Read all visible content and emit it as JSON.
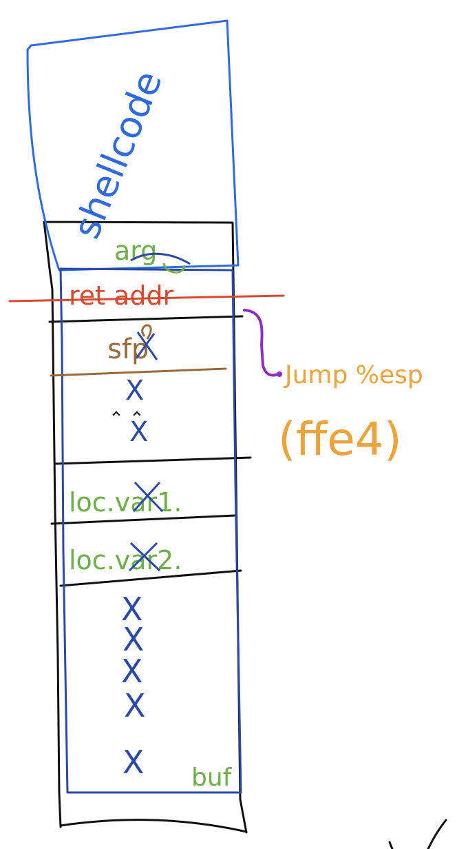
{
  "colors": {
    "ink": "#111111",
    "shellcode": "#2f6be0",
    "payload": "#2a4aa8",
    "green": "#6db04a",
    "red": "#d9492e",
    "brown": "#9a6a3a",
    "purple": "#8e2fc1",
    "orange": "#f0a23a"
  },
  "shellcode": {
    "label": "shellcode"
  },
  "stack": {
    "arg_label": "arg",
    "ret_label": "ret addr",
    "sfp_label": "sfp",
    "dots_label": "⌃ ⌃",
    "local1_label": "loc.var1.",
    "local2_label": "loc.var2.",
    "buf_label": "buf"
  },
  "annotation": {
    "jump_label": "Jump %esp",
    "addr_label": "(ffe4)"
  },
  "marks": {
    "x_char": "X",
    "x_count_sfp_area": 2,
    "x_count_buf_area": 5
  }
}
